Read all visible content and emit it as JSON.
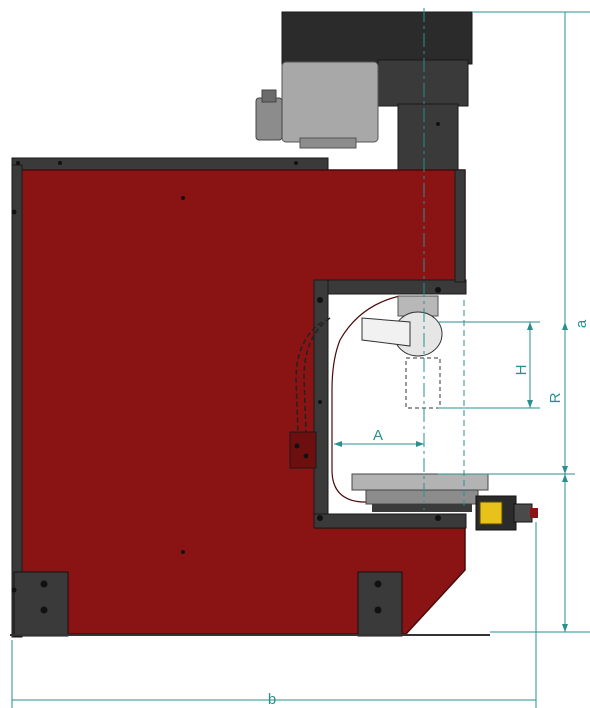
{
  "colors": {
    "frame": "#8a1414",
    "frame_dark": "#6e0f0f",
    "steel": "#3a3a3a",
    "steel_light": "#8c8c8c",
    "motor": "#a8a8a8",
    "dimension": "#2a8f8f",
    "warning_yellow": "#e8c21a"
  },
  "labels": {
    "stroke": "H",
    "throat_depth": "A",
    "opening": "R",
    "total_height": "a",
    "total_width": "b"
  }
}
